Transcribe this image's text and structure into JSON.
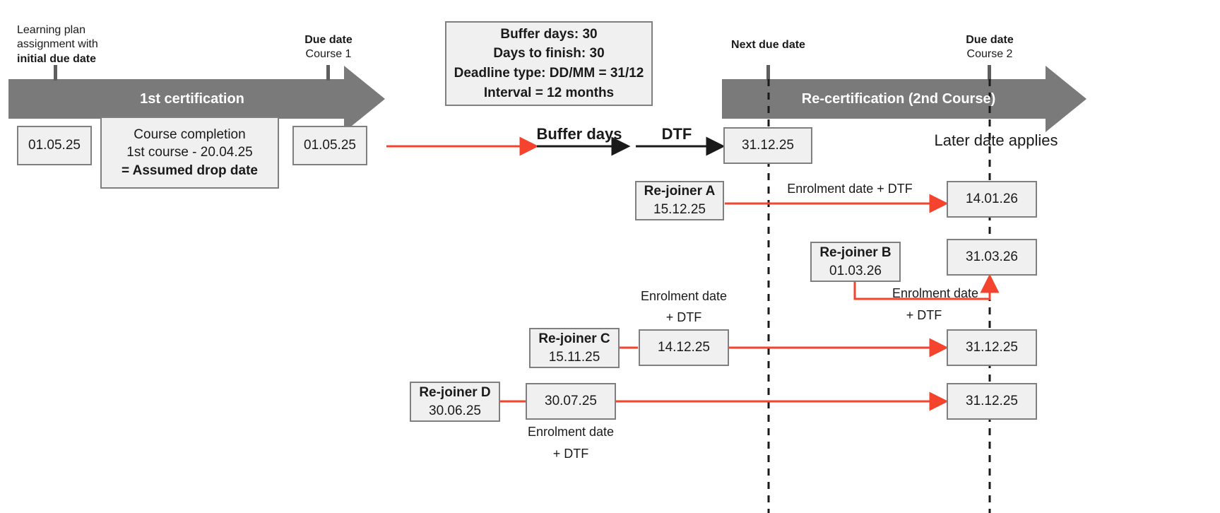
{
  "colors": {
    "bar_gray": "#7a7a7a",
    "box_fill": "#f0f0f0",
    "box_border": "#7f7f7f",
    "red_arrow": "#f4442e",
    "black_arrow": "#1a1a1a",
    "text": "#1a1a1a"
  },
  "timelines": [
    {
      "id": "first-certification",
      "label": "1st certification",
      "start_caption": {
        "line1": "Learning plan",
        "line2": "assignment with",
        "line3": "initial due date"
      },
      "end_caption": {
        "line1": "Due date",
        "line2": "Course 1"
      }
    },
    {
      "id": "re-certification",
      "label": "Re-certification (2nd Course)",
      "start_caption": {
        "line1": "Next due date"
      },
      "end_caption": {
        "line1": "Due date",
        "line2": "Course 2"
      }
    }
  ],
  "info_box": {
    "lines": [
      "Buffer days: 30",
      "Days to finish: 30",
      "Deadline type: DD/MM = 31/12",
      "Interval = 12 months"
    ]
  },
  "boxes": {
    "initial_due_date": {
      "value": "01.05.25"
    },
    "course_completion": {
      "line1": "Course completion",
      "line2": "1st course - 20.04.25",
      "line3": "= Assumed drop date"
    },
    "due_date_course1": {
      "value": "01.05.25"
    },
    "next_due_date": {
      "value": "31.12.25"
    }
  },
  "arrow_labels": {
    "buffer_days": "Buffer days",
    "dtf": "DTF",
    "later_date_applies": "Later date applies",
    "enrolment_plus_dtf_inline": "Enrolment date + DTF",
    "enrolment_date": "Enrolment date",
    "plus_dtf": "+ DTF"
  },
  "rejoiners": [
    {
      "id": "a",
      "title": "Re-joiner A",
      "date": "15.12.25",
      "arrow_label_line1": "Enrolment date + DTF",
      "arrow_label_line2": "",
      "result": "14.01.26"
    },
    {
      "id": "b",
      "title": "Re-joiner B",
      "date": "01.03.26",
      "arrow_label_line1": "Enrolment date",
      "arrow_label_line2": "+ DTF",
      "result": "31.03.26"
    },
    {
      "id": "c",
      "title": "Re-joiner C",
      "date": "15.11.25",
      "arrow_label_line1": "Enrolment date",
      "arrow_label_line2": "+ DTF",
      "intermediate": "14.12.25",
      "result": "31.12.25"
    },
    {
      "id": "d",
      "title": "Re-joiner D",
      "date": "30.06.25",
      "arrow_label_line1": "Enrolment date",
      "arrow_label_line2": "+ DTF",
      "intermediate": "30.07.25",
      "result": "31.12.25"
    }
  ]
}
